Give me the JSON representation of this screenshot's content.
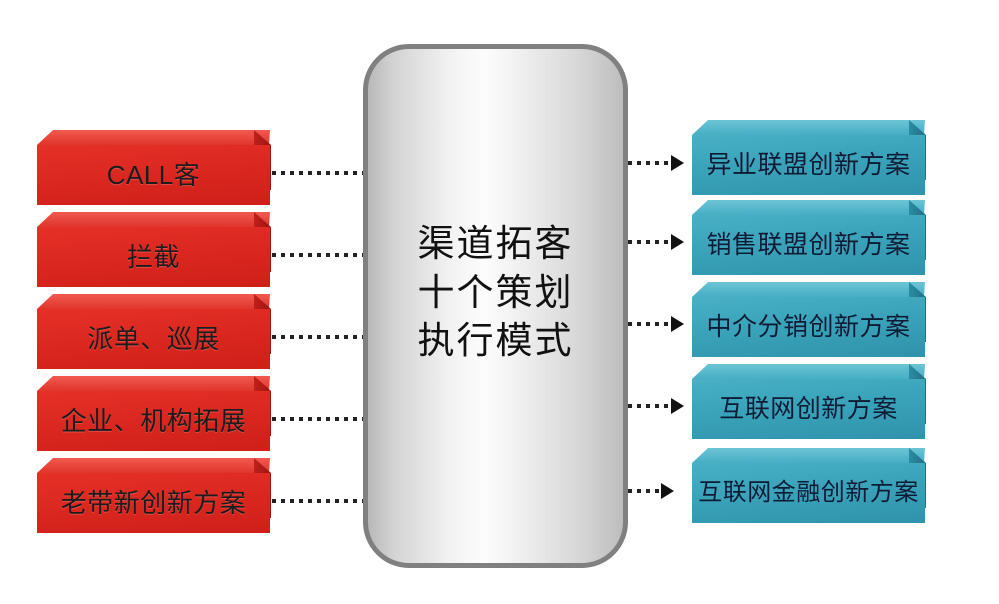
{
  "diagram": {
    "title": "渠道拓客十个策划执行模式",
    "center": {
      "lines": [
        "渠道拓客",
        "十个策划",
        "执行模式"
      ],
      "fill_start_color": "#b8b8b8",
      "fill_end_color": "#bdbdbd",
      "border_color": "#808080"
    },
    "left_column": {
      "accent_color": "#dd2a22",
      "text_color": "#1c1c1c",
      "connector_style": "dotted-line",
      "items": [
        {
          "label": "CALL客"
        },
        {
          "label": "拦截"
        },
        {
          "label": "派单、巡展"
        },
        {
          "label": "企业、机构拓展"
        },
        {
          "label": "老带新创新方案"
        }
      ]
    },
    "right_column": {
      "accent_color": "#3ba4bb",
      "text_color": "#0d1b35",
      "connector_style": "dotted-arrow",
      "items": [
        {
          "label": "异业联盟创新方案"
        },
        {
          "label": "销售联盟创新方案"
        },
        {
          "label": "中介分销创新方案"
        },
        {
          "label": "互联网创新方案"
        },
        {
          "label": "互联网金融创新方案"
        }
      ]
    }
  }
}
